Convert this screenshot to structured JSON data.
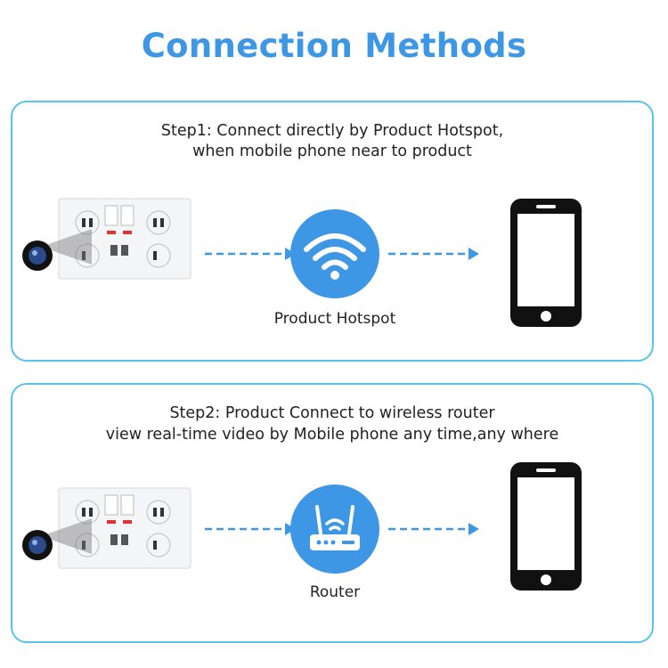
{
  "title": "Connection Methods",
  "steps": [
    {
      "line1": "Step1: Connect directly by Product Hotspot,",
      "line2": "when mobile phone near to product",
      "node_label": "Product Hotspot",
      "node_icon": "wifi-icon"
    },
    {
      "line1": "Step2: Product Connect to wireless router",
      "line2": "view real-time video by Mobile phone any time,any where",
      "node_label": "Router",
      "node_icon": "router-icon"
    }
  ],
  "colors": {
    "accent": "#3d97e4",
    "border": "#56c4ee",
    "arrow": "#3d97e4",
    "phone": "#111111"
  }
}
